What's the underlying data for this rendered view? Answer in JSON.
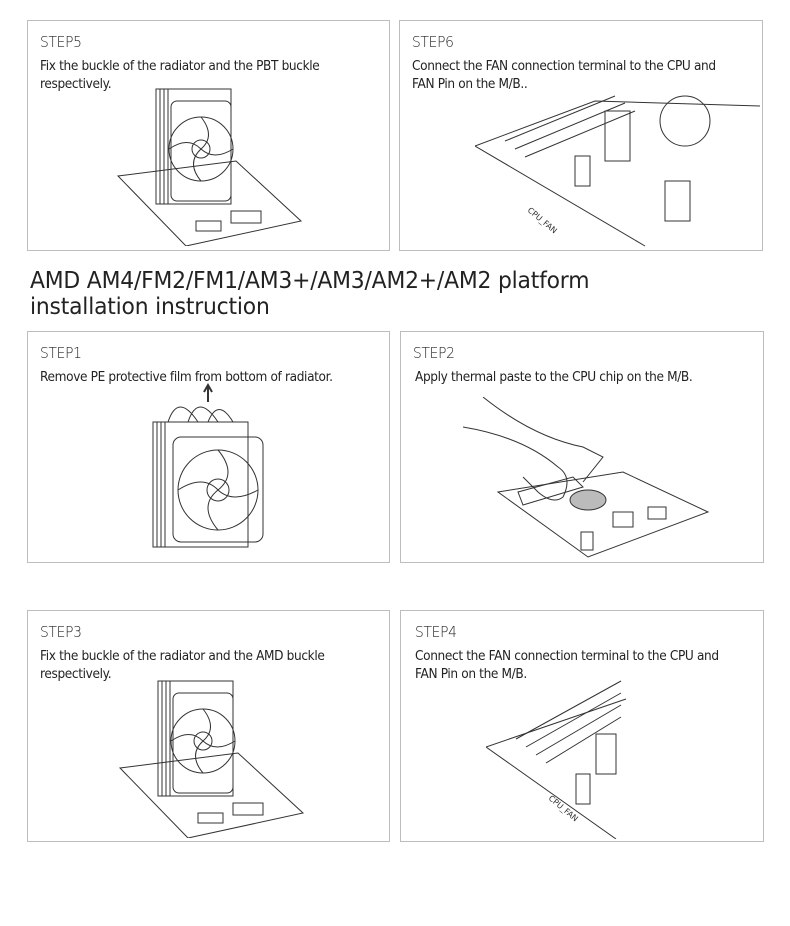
{
  "top_steps": [
    {
      "step": "STEP5",
      "text": "Fix the buckle of the radiator and the PBT buckle respectively."
    },
    {
      "step": "STEP6",
      "text": "Connect the FAN connection terminal to the CPU and FAN Pin on the M/B..",
      "label": "CPU_FAN"
    }
  ],
  "section": {
    "title": "AMD AM4/FM2/FM1/AM3+/AM3/AM2+/AM2 platform installation instruction"
  },
  "steps": [
    {
      "step": "STEP1",
      "text": "Remove PE protective film from bottom of radiator."
    },
    {
      "step": "STEP2",
      "text": "Apply thermal paste to the CPU chip on the M/B."
    },
    {
      "step": "STEP3",
      "text": "Fix the buckle of the radiator and the AMD buckle respectively."
    },
    {
      "step": "STEP4",
      "text": "Connect the FAN connection terminal to the CPU and FAN Pin on the M/B.",
      "label": "CPU_FAN"
    }
  ]
}
